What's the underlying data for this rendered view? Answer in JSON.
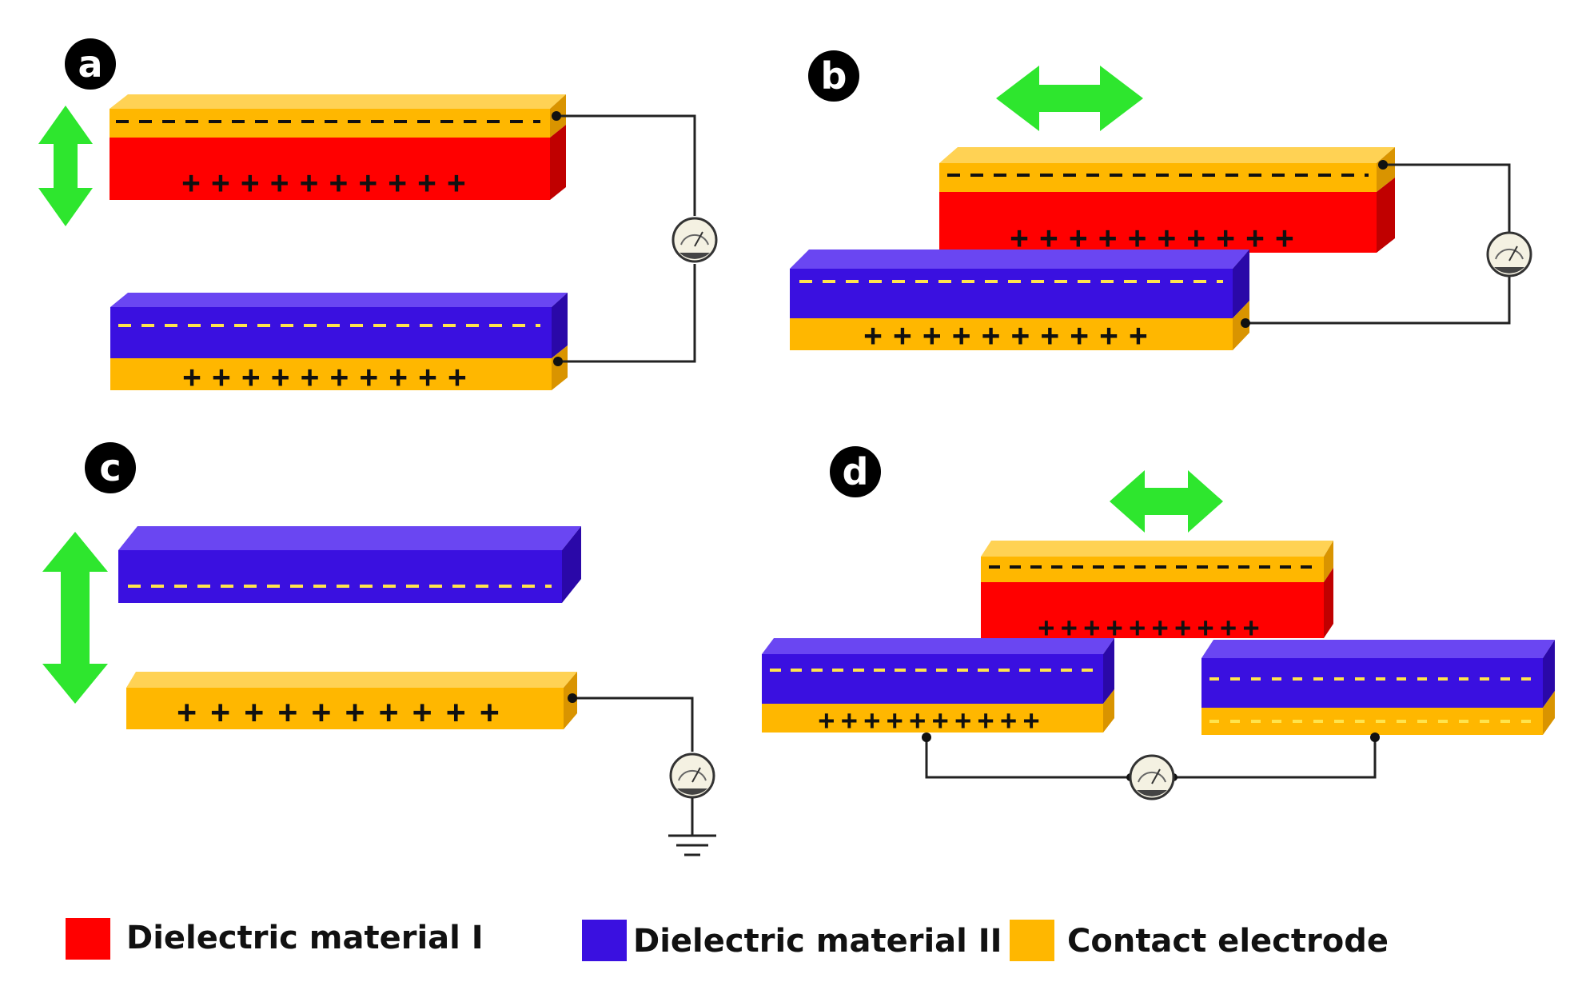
{
  "panels": [
    {
      "label": "a"
    },
    {
      "label": "b"
    },
    {
      "label": "c"
    },
    {
      "label": "d"
    }
  ],
  "legend": [
    {
      "label": "Dielectric material I",
      "color": "#ff0000"
    },
    {
      "label": "Dielectric material II",
      "color": "#3a10e0"
    },
    {
      "label": "Contact electrode",
      "color": "#ffb700"
    }
  ],
  "colors": {
    "dielectric_1": "#ff0000",
    "dielectric_2": "#3a10e0",
    "electrode": "#ffb700",
    "motion_arrow": "#2ee62e",
    "wire": "#222222"
  }
}
